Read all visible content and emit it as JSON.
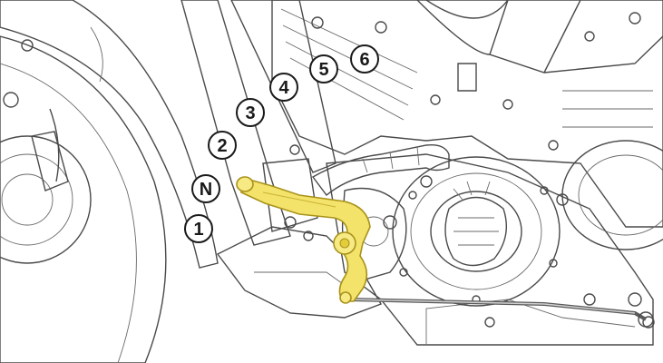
{
  "diagram": {
    "gear_labels": [
      "1",
      "N",
      "2",
      "3",
      "4",
      "5",
      "6"
    ],
    "colors": {
      "shift_lever": "#f4e36a",
      "shift_lever_outline": "#a8921a",
      "line_art": "#4a4a4a",
      "shading": "#e6e6e6",
      "label_circle_fill": "#ffffff",
      "label_circle_stroke": "#1a1a1a"
    }
  }
}
